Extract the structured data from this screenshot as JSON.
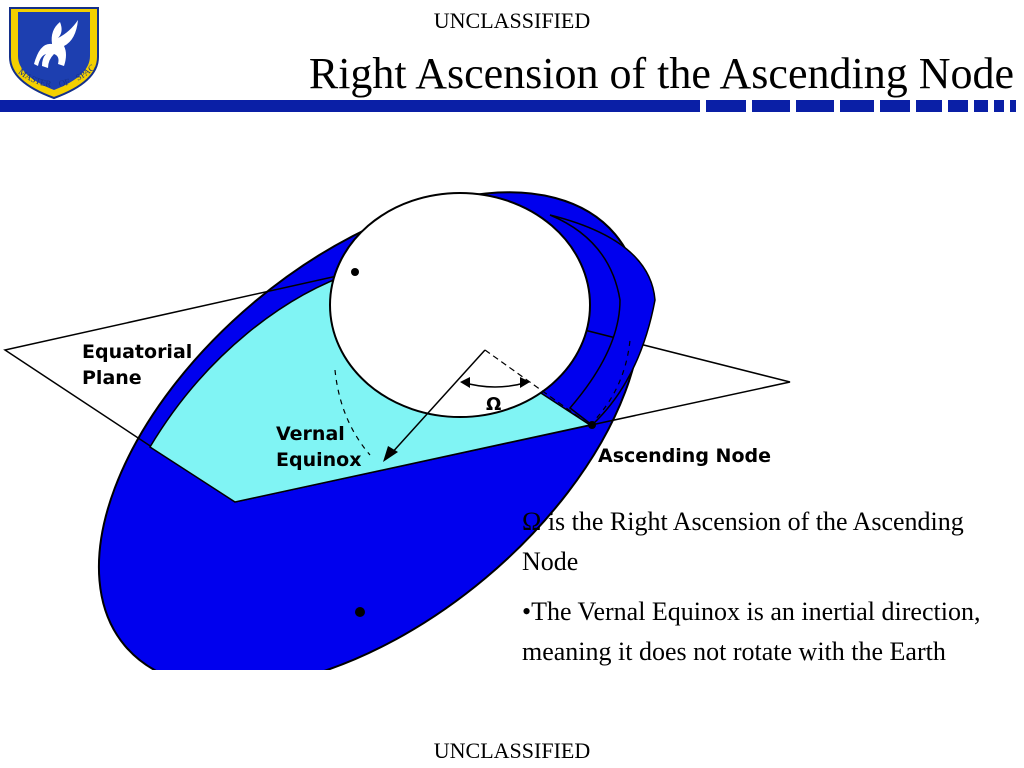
{
  "header": {
    "classification": "UNCLASSIFIED",
    "title": "Right Ascension of the Ascending Node"
  },
  "footer": {
    "classification": "UNCLASSIFIED"
  },
  "emblem": {
    "text_left": "MASTER",
    "text_mid": "OF",
    "text_right": "SPACE",
    "icon": "pegasus-shield-icon"
  },
  "diagram": {
    "labels": {
      "equatorial_1": "Equatorial",
      "equatorial_2": "Plane",
      "vernal_1": "Vernal",
      "vernal_2": "Equinox",
      "ascending_node": "Ascending Node",
      "omega": "Ω"
    },
    "colors": {
      "orbit_blue": "#0000ee",
      "plane_cyan": "#80f4f4",
      "bar_blue": "#0a1fa6"
    }
  },
  "body_text": {
    "para1": "Ω is the Right Ascension of the Ascending Node",
    "para2": "•The Vernal Equinox is an inertial direction, meaning it does not rotate with the Earth"
  }
}
